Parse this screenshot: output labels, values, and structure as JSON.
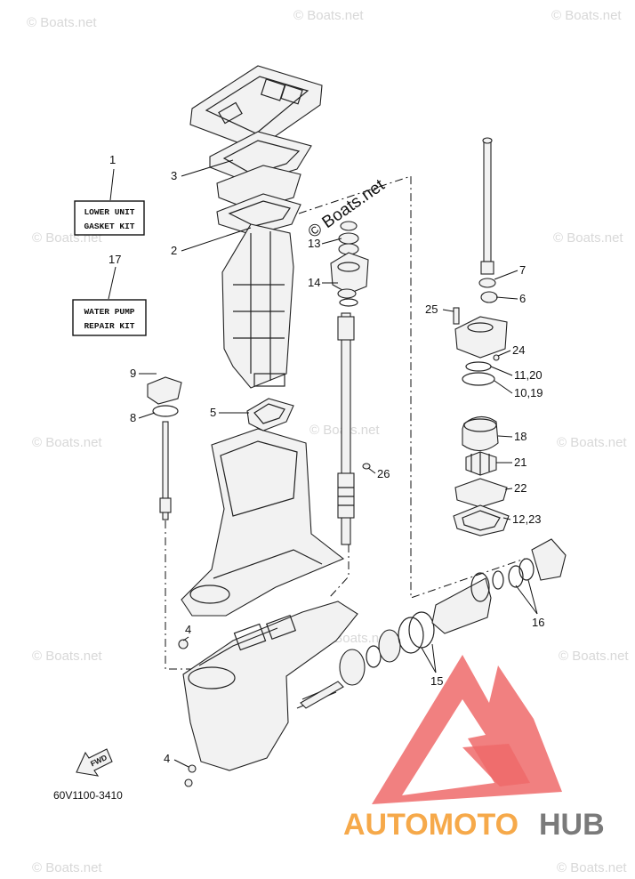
{
  "diagram": {
    "code": "60V1100-3410",
    "copyright": "© Boats.net",
    "watermark": "© Boats.net",
    "kits": [
      {
        "number": "1",
        "line1": "LOWER UNIT",
        "line2": "GASKET KIT"
      },
      {
        "number": "17",
        "line1": "WATER PUMP",
        "line2": "REPAIR KIT"
      }
    ],
    "fwd_label": "FWD",
    "callouts": {
      "c2": "2",
      "c3": "3",
      "c4a": "4",
      "c4b": "4",
      "c5": "5",
      "c6": "6",
      "c7": "7",
      "c8": "8",
      "c9": "9",
      "c10_19": "10,19",
      "c11_20": "11,20",
      "c12_23": "12,23",
      "c13": "13",
      "c14": "14",
      "c15": "15",
      "c16": "16",
      "c18": "18",
      "c21": "21",
      "c22": "22",
      "c24": "24",
      "c25": "25",
      "c26": "26"
    }
  },
  "logo": {
    "brand_part1": "AUTOMOTO",
    "brand_part2": "HUB",
    "colors": {
      "red": "#ee6a6a",
      "orange": "#f6a94a",
      "gray": "#7a7a7a"
    }
  }
}
